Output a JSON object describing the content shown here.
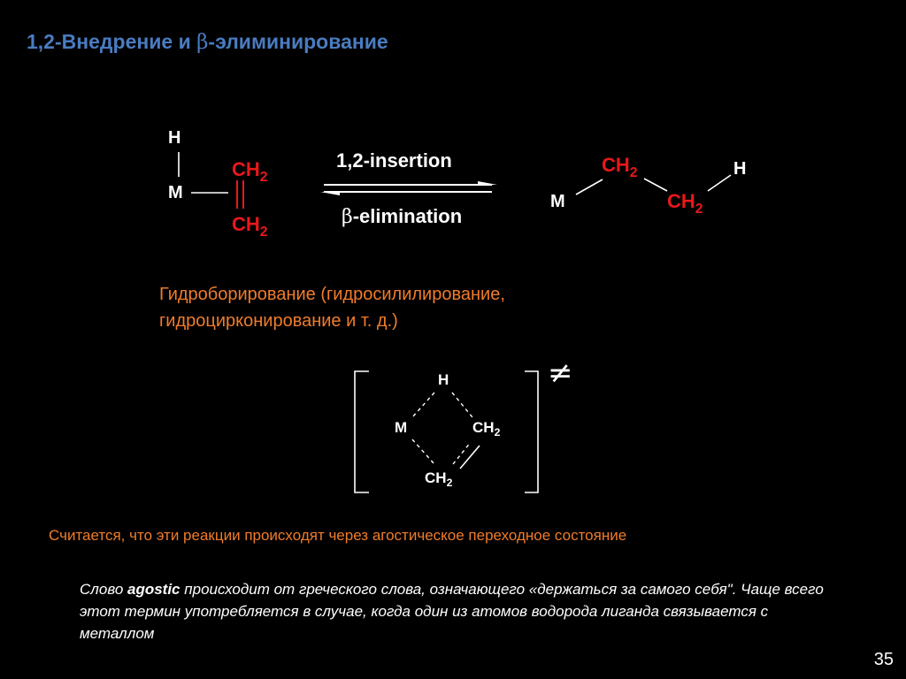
{
  "title": {
    "prefix": "1,2-Внедрение и ",
    "beta": "β",
    "suffix": "-элиминирование"
  },
  "reaction": {
    "left": {
      "h": "H",
      "m": "M",
      "ch2_top": "CH",
      "ch2_bottom": "CH",
      "sub": "2"
    },
    "arrow_top": "1,2-insertion",
    "arrow_bottom_beta": "β",
    "arrow_bottom": "-elimination",
    "right": {
      "m": "M",
      "ch2_a": "CH",
      "ch2_b": "CH",
      "h": "H",
      "sub": "2"
    }
  },
  "note_hydro": "Гидроборирование (гидросилилирование, гидроцирконирование и т. д.)",
  "transition_state": {
    "h": "H",
    "m": "M",
    "ch2_right": "CH",
    "ch2_bottom": "CH",
    "sub": "2",
    "dagger": "≠"
  },
  "agostic_intro": "Считается, что эти реакции происходят через агостическое переходное состояние",
  "agostic_text": {
    "before": "Слово ",
    "word": "agostic",
    "after": " происходит от греческого слова, означающего «держаться за самого себя\". Чаще всего этот термин употребляется в случае, когда один из атомов водорода лиганда связывается с металлом"
  },
  "page_number": "35",
  "colors": {
    "title": "#4a7cc0",
    "red": "#e8181a",
    "orange": "#f07c2a",
    "text": "#ffffff"
  }
}
